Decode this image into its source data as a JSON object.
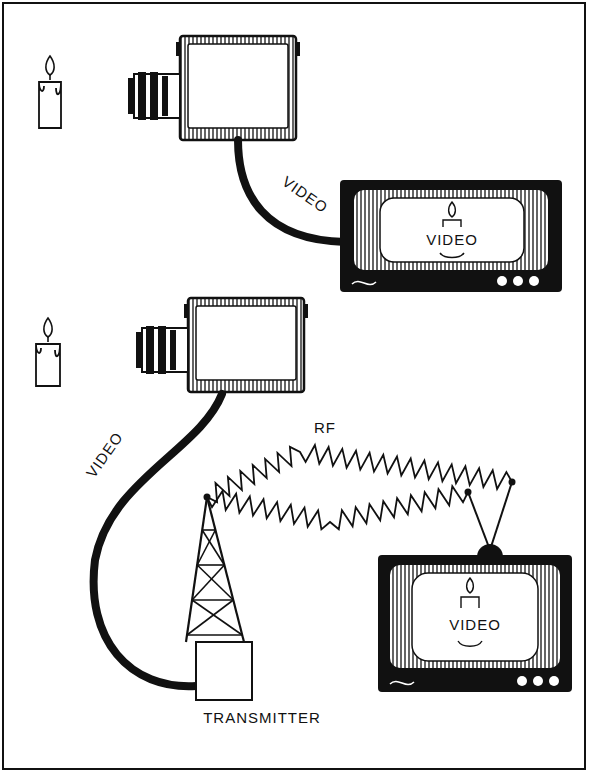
{
  "diagram": {
    "nodes": [
      {
        "text": [
          "VIDEO"
        ]
      },
      {
        "text": [
          "VIDEO"
        ]
      },
      {
        "text": [
          "TRANSMITTER"
        ]
      }
    ],
    "edges": [
      {
        "from": 2,
        "to": 1,
        "arrow": "none",
        "label": "RF"
      }
    ],
    "labels": [
      "VIDEO",
      "VIDEO"
    ]
  }
}
